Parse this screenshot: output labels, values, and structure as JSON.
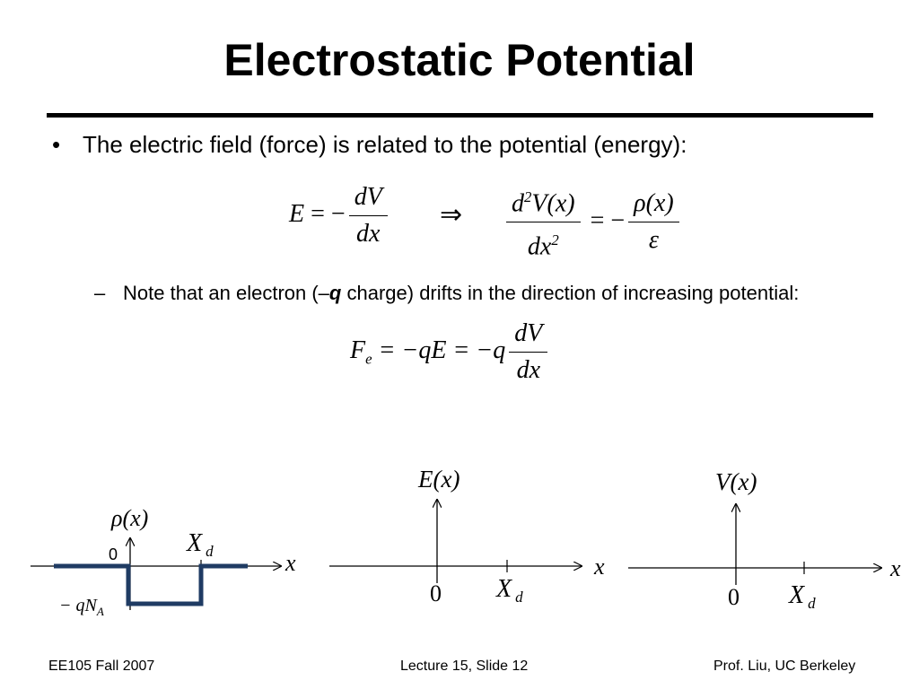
{
  "slide": {
    "title": "Electrostatic Potential",
    "bullet_marker": "•",
    "bullet_1": "The electric field (force) is related to the potential (energy):",
    "sub_marker": "–",
    "sub_1_pre": "Note that an electron (–",
    "sub_1_q": "q",
    "sub_1_post": " charge) drifts in the direction of increasing potential:"
  },
  "equations": {
    "eq1": {
      "lhs": "E",
      "eq": " = −",
      "num": "dV",
      "den": "dx"
    },
    "implies": "⇒",
    "eq2": {
      "num_d": "d",
      "num_sup": "2",
      "num_rest": "V(x)",
      "den": "dx",
      "den_sup": "2",
      "eq": " = −",
      "rhs_num": "ρ(x)",
      "rhs_den": "ε"
    },
    "eq3": {
      "F": "F",
      "F_sub": "e",
      "mid": " = −qE = −q",
      "num": "dV",
      "den": "dx"
    }
  },
  "diagrams": {
    "rho": {
      "label": "ρ(x)",
      "zero": "0",
      "xd": "X",
      "xd_sub": "d",
      "x": "x",
      "neg": "− qN",
      "neg_sub": "A"
    },
    "efield": {
      "label": "E(x)",
      "zero": "0",
      "xd": "X",
      "xd_sub": "d",
      "x": "x"
    },
    "vpot": {
      "label": "V(x)",
      "zero": "0",
      "xd": "X",
      "xd_sub": "d",
      "x": "x"
    }
  },
  "colors": {
    "profile": "#1f3b63"
  },
  "footer": {
    "left": "EE105 Fall 2007",
    "center": "Lecture 15, Slide 12",
    "right": "Prof. Liu, UC Berkeley"
  }
}
